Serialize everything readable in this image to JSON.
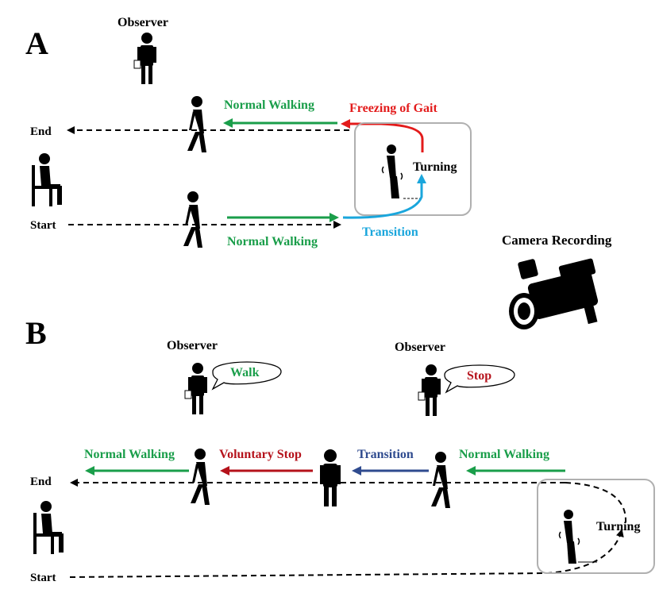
{
  "panel_a": {
    "letter": "A",
    "observer": "Observer",
    "end": "End",
    "start": "Start",
    "normal_walking_top": "Normal Walking",
    "freezing": "Freezing of Gait",
    "turning": "Turning",
    "normal_walking_bottom": "Normal Walking",
    "transition": "Transition"
  },
  "camera": {
    "label": "Camera Recording"
  },
  "panel_b": {
    "letter": "B",
    "observer_left": "Observer",
    "observer_right": "Observer",
    "bubble_walk": "Walk",
    "bubble_stop": "Stop",
    "normal_walking_left": "Normal Walking",
    "voluntary_stop": "Voluntary Stop",
    "transition": "Transition",
    "normal_walking_right": "Normal Walking",
    "end": "End",
    "start": "Start",
    "turning": "Turning"
  },
  "colors": {
    "green": "#1a9e4a",
    "red": "#e31b1b",
    "dark_red": "#b5121b",
    "cyan": "#1aa6dc",
    "navy": "#2f4b8f",
    "black": "#000000",
    "box_border": "#b0b0b0"
  }
}
